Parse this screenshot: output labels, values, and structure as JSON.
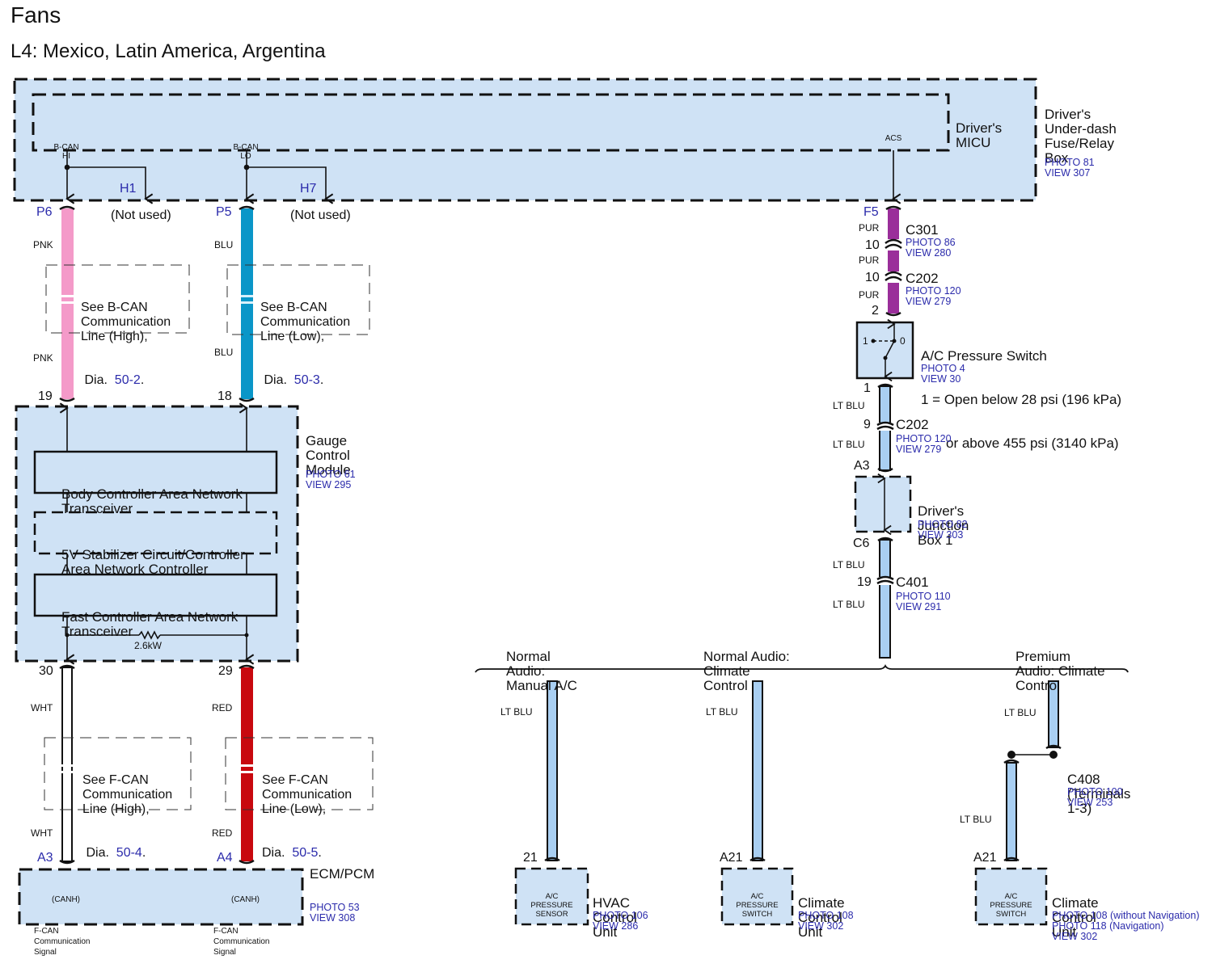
{
  "header": {
    "title": "Fans",
    "subtitle": "L4: Mexico, Latin America, Argentina"
  },
  "fuse_box": {
    "name_lines": [
      "Driver's",
      "Under-dash",
      "Fuse/Relay",
      "Box"
    ],
    "photo": "PHOTO 81",
    "view": "VIEW 307",
    "micu": {
      "name_lines": [
        "Driver's",
        "MICU"
      ],
      "terminals": [
        {
          "label_lines": [
            "B-CAN",
            "HI"
          ]
        },
        {
          "label_lines": [
            "B-CAN",
            "LO"
          ]
        },
        {
          "label": "ACS"
        }
      ]
    },
    "branches": [
      {
        "pin": "H1",
        "status": "(Not used)"
      },
      {
        "pin": "H7",
        "status": "(Not used)"
      }
    ]
  },
  "b_can_wires": [
    {
      "top_pin": "P6",
      "bottom_pin": "19",
      "color_code": "PNK",
      "color": "#f49ac9",
      "note_lines": [
        "See B-CAN",
        "Communication",
        "Line (High),"
      ],
      "note_dia": "Dia.",
      "note_link": "50-2",
      "note_end": "."
    },
    {
      "top_pin": "P5",
      "bottom_pin": "18",
      "color_code": "BLU",
      "color": "#0a96c8",
      "note_lines": [
        "See B-CAN",
        "Communication",
        "Line (Low),"
      ],
      "note_dia": "Dia.",
      "note_link": "50-3",
      "note_end": "."
    }
  ],
  "gauge_module": {
    "name_lines": [
      "Gauge",
      "Control",
      "Module"
    ],
    "photo": "PHOTO 61",
    "view": "VIEW 295",
    "blocks": [
      {
        "lines": [
          "Body Controller Area Network",
          "Transceiver"
        ]
      },
      {
        "lines": [
          "5V Stabilizer Circuit/Controller",
          "Area Network Controller"
        ]
      },
      {
        "lines": [
          "Fast Controller Area Network",
          "Transceiver"
        ]
      }
    ],
    "resistor": "2.6kW"
  },
  "f_can_wires": [
    {
      "top_pin": "30",
      "bottom_pin": "A3",
      "color_code": "WHT",
      "color": "#ffffff",
      "note_lines": [
        "See F-CAN",
        "Communication",
        "Line (High),"
      ],
      "note_dia": "Dia.",
      "note_link": "50-4",
      "note_end": "."
    },
    {
      "top_pin": "29",
      "bottom_pin": "A4",
      "color_code": "RED",
      "color": "#c8080e",
      "note_lines": [
        "See F-CAN",
        "Communication",
        "Line (Low),"
      ],
      "note_dia": "Dia.",
      "note_link": "50-5",
      "note_end": "."
    }
  ],
  "ecm": {
    "name": "ECM/PCM",
    "photo": "PHOTO 53",
    "view": "VIEW 308",
    "signals": [
      {
        "tag": "(CANH)",
        "lines": [
          "F-CAN",
          "Communication",
          "Signal"
        ]
      },
      {
        "tag": "(CANH)",
        "lines": [
          "F-CAN",
          "Communication",
          "Signal"
        ]
      }
    ]
  },
  "acs_circuit": {
    "top_pin": "F5",
    "purple_color": "#9a2e9a",
    "ltblu_color": "#a9cff2",
    "segments": [
      {
        "color_code": "PUR"
      },
      {
        "color_code": "PUR"
      },
      {
        "color_code": "PUR"
      }
    ],
    "connectors": [
      {
        "name": "C301",
        "pin": "10",
        "photo": "PHOTO 86",
        "view": "VIEW 280"
      },
      {
        "name": "C202",
        "pin": "10",
        "photo": "PHOTO 120",
        "view": "VIEW 279"
      }
    ],
    "switch_in_pin": "2",
    "switch": {
      "name": "A/C Pressure Switch",
      "desc_lines": [
        "1 = Open below 28 psi (196 kPa)",
        "or above 455 psi (3140 kPa)"
      ],
      "pos1": "1",
      "pos0": "0",
      "photo": "PHOTO 4",
      "view": "VIEW 30"
    },
    "switch_out_pin": "1",
    "lower_segments": [
      {
        "color_code": "LT BLU"
      },
      {
        "color_code": "LT BLU"
      },
      {
        "color_code": "LT BLU"
      },
      {
        "color_code": "LT BLU"
      }
    ],
    "c202_lower": {
      "name": "C202",
      "pin": "9",
      "photo": "PHOTO 120",
      "view": "VIEW 279"
    },
    "junction_box": {
      "name_lines": [
        "Driver's",
        "Junction",
        "Box 1"
      ],
      "photo": "PHOTO 82",
      "view": "VIEW 303",
      "in_pin": "A3",
      "out_pin": "C6"
    },
    "c401": {
      "name": "C401",
      "pin": "19",
      "photo": "PHOTO 110",
      "view": "VIEW 291"
    }
  },
  "variants": [
    {
      "label_lines": [
        "Normal",
        "Audio:",
        "Manual A/C"
      ],
      "wire_code": "LT BLU",
      "pin": "21",
      "inner_lines": [
        "A/C",
        "PRESSURE",
        "SENSOR"
      ],
      "unit_lines": [
        "HVAC",
        "Control",
        "Unit"
      ],
      "refs": [
        "PHOTO 106",
        "VIEW 286"
      ]
    },
    {
      "label_lines": [
        "Normal Audio:",
        "Climate",
        "Control"
      ],
      "wire_code": "LT BLU",
      "pin": "A21",
      "inner_lines": [
        "A/C",
        "PRESSURE",
        "SWITCH"
      ],
      "unit_lines": [
        "Climate",
        "Control",
        "Unit"
      ],
      "refs": [
        "PHOTO 108",
        "VIEW 302"
      ]
    },
    {
      "label_lines": [
        "Premium",
        "Audio: Climate",
        "Control"
      ],
      "wire_code": "LT BLU",
      "wire_code2": "LT BLU",
      "pin": "A21",
      "connector": {
        "name_lines": [
          "C408",
          "(Terminals",
          "1-3)"
        ],
        "photo": "PHOTO 100",
        "view": "VIEW 253"
      },
      "inner_lines": [
        "A/C",
        "PRESSURE",
        "SWITCH"
      ],
      "unit_lines": [
        "Climate",
        "Control",
        "Unit"
      ],
      "refs": [
        "PHOTO 108 (without Navigation)",
        "PHOTO 118 (Navigation)",
        "VIEW 302"
      ]
    }
  ]
}
